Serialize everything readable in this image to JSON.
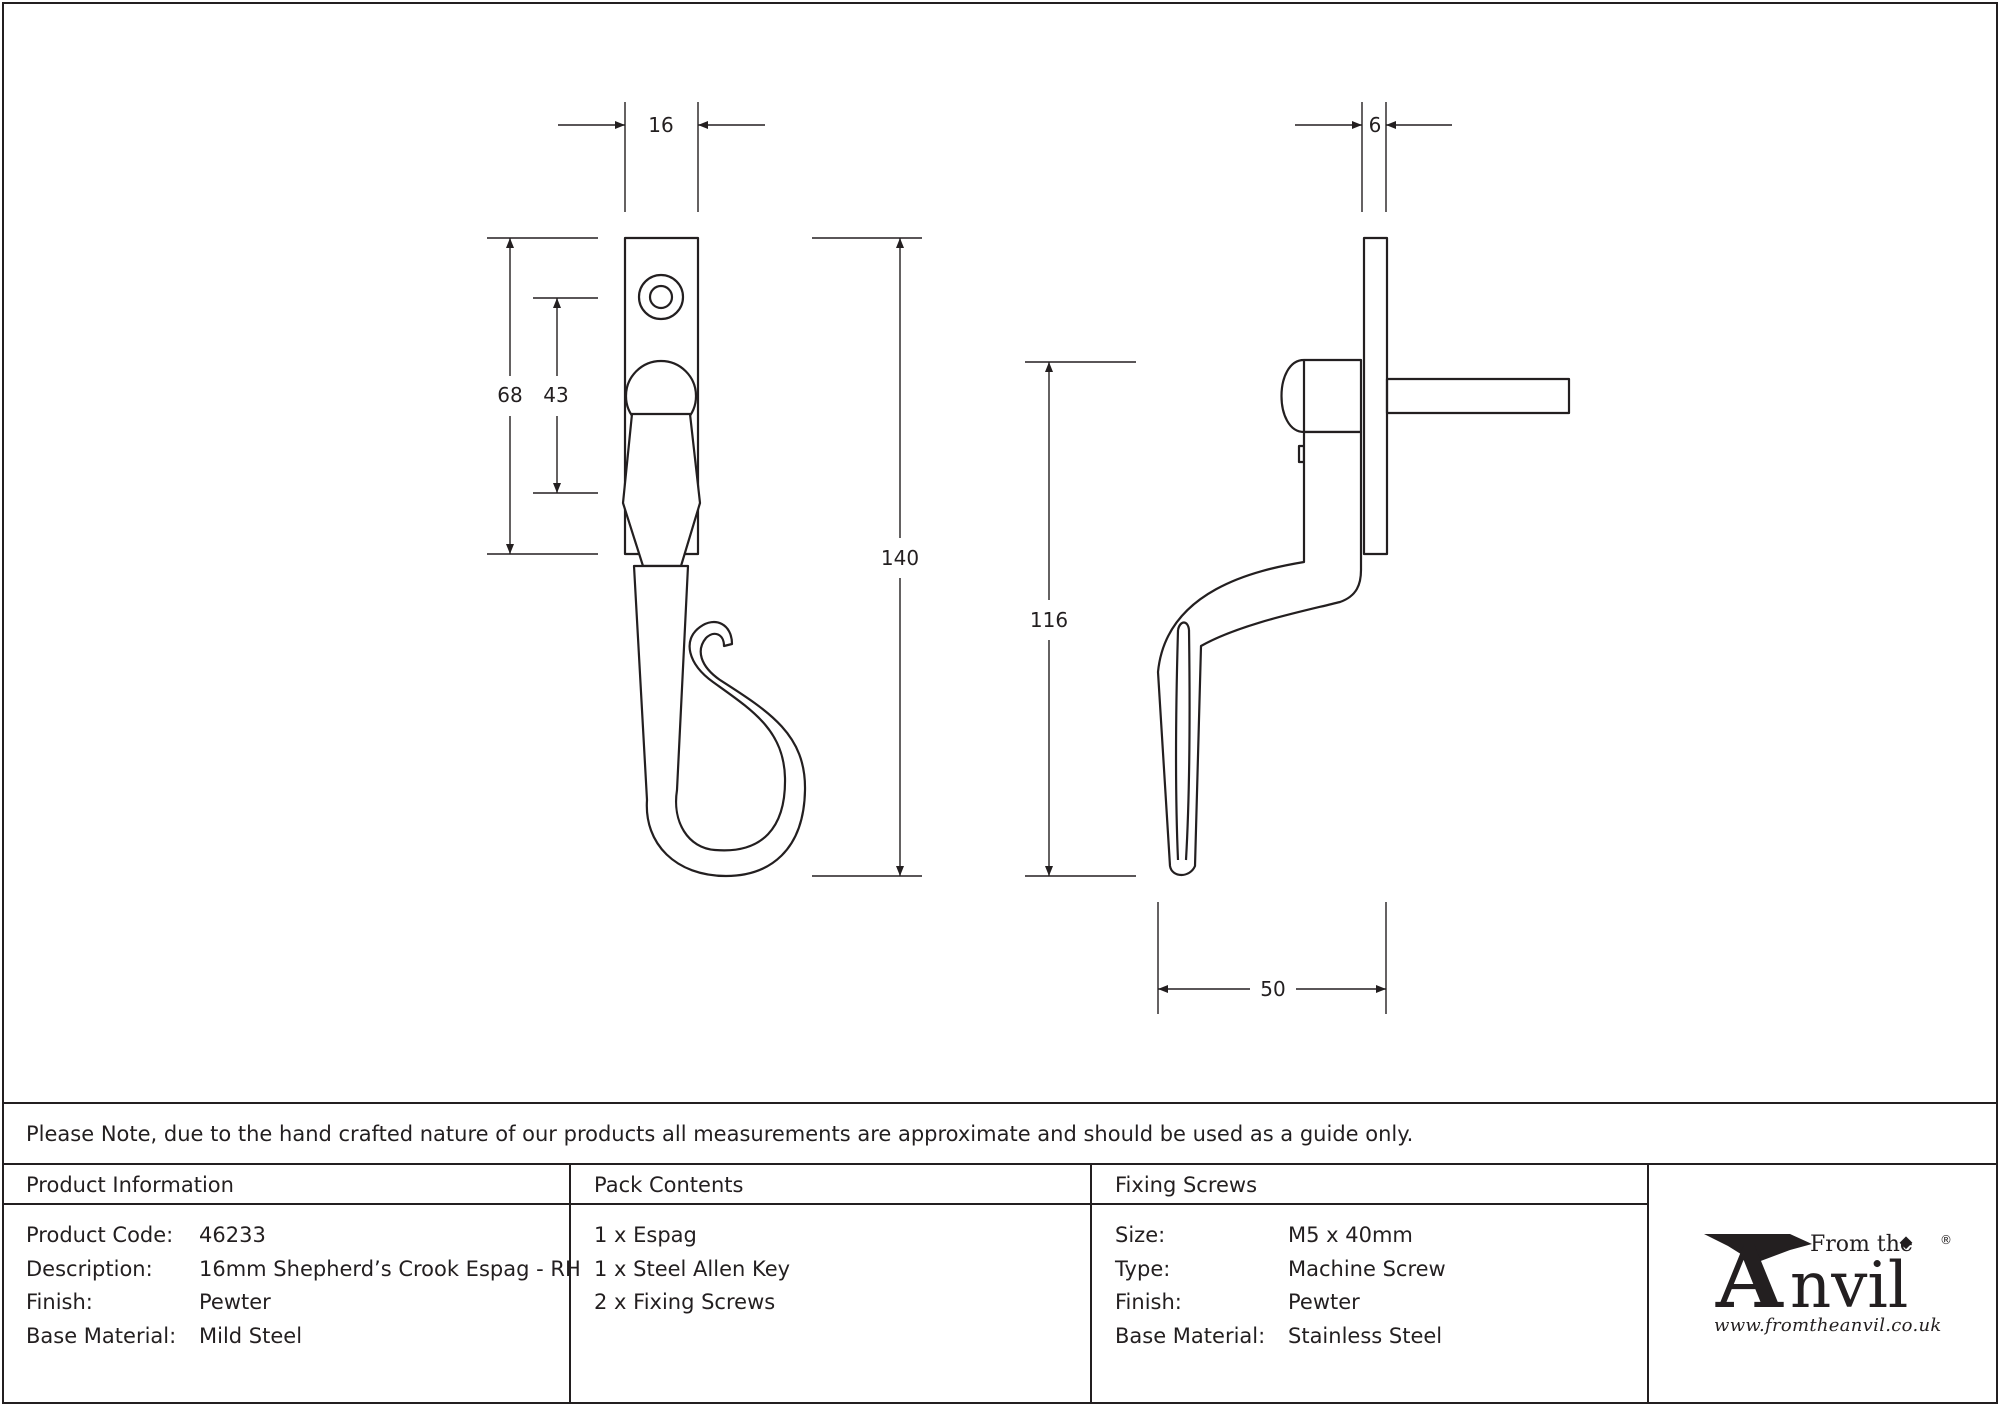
{
  "dimensions": {
    "front_width": "16",
    "front_height_upper": "68",
    "front_height_inner": "43",
    "front_height_total": "140",
    "side_depth": "6",
    "side_height": "116",
    "side_width": "50"
  },
  "note": "Please Note, due to the hand crafted nature of our products all measurements are approximate and should be used as a guide only.",
  "product_info": {
    "heading": "Product Information",
    "rows": [
      {
        "label": "Product Code:",
        "value": "46233"
      },
      {
        "label": "Description:",
        "value": "16mm Shepherd’s Crook Espag - RH"
      },
      {
        "label": "Finish:",
        "value": "Pewter"
      },
      {
        "label": "Base Material:",
        "value": "Mild Steel"
      }
    ]
  },
  "pack_contents": {
    "heading": "Pack Contents",
    "items": [
      "1 x Espag",
      "1 x Steel Allen Key",
      "2 x Fixing Screws"
    ]
  },
  "fixing_screws": {
    "heading": "Fixing Screws",
    "rows": [
      {
        "label": "Size:",
        "value": "M5 x 40mm"
      },
      {
        "label": "Type:",
        "value": "Machine Screw"
      },
      {
        "label": "Finish:",
        "value": "Pewter"
      },
      {
        "label": "Base Material:",
        "value": "Stainless Steel"
      }
    ]
  },
  "logo": {
    "from_the": "From the",
    "name": "Anvil",
    "registered": "®",
    "url": "www.fromtheanvil.co.uk"
  },
  "colors": {
    "line": "#231f20",
    "background": "#ffffff"
  }
}
